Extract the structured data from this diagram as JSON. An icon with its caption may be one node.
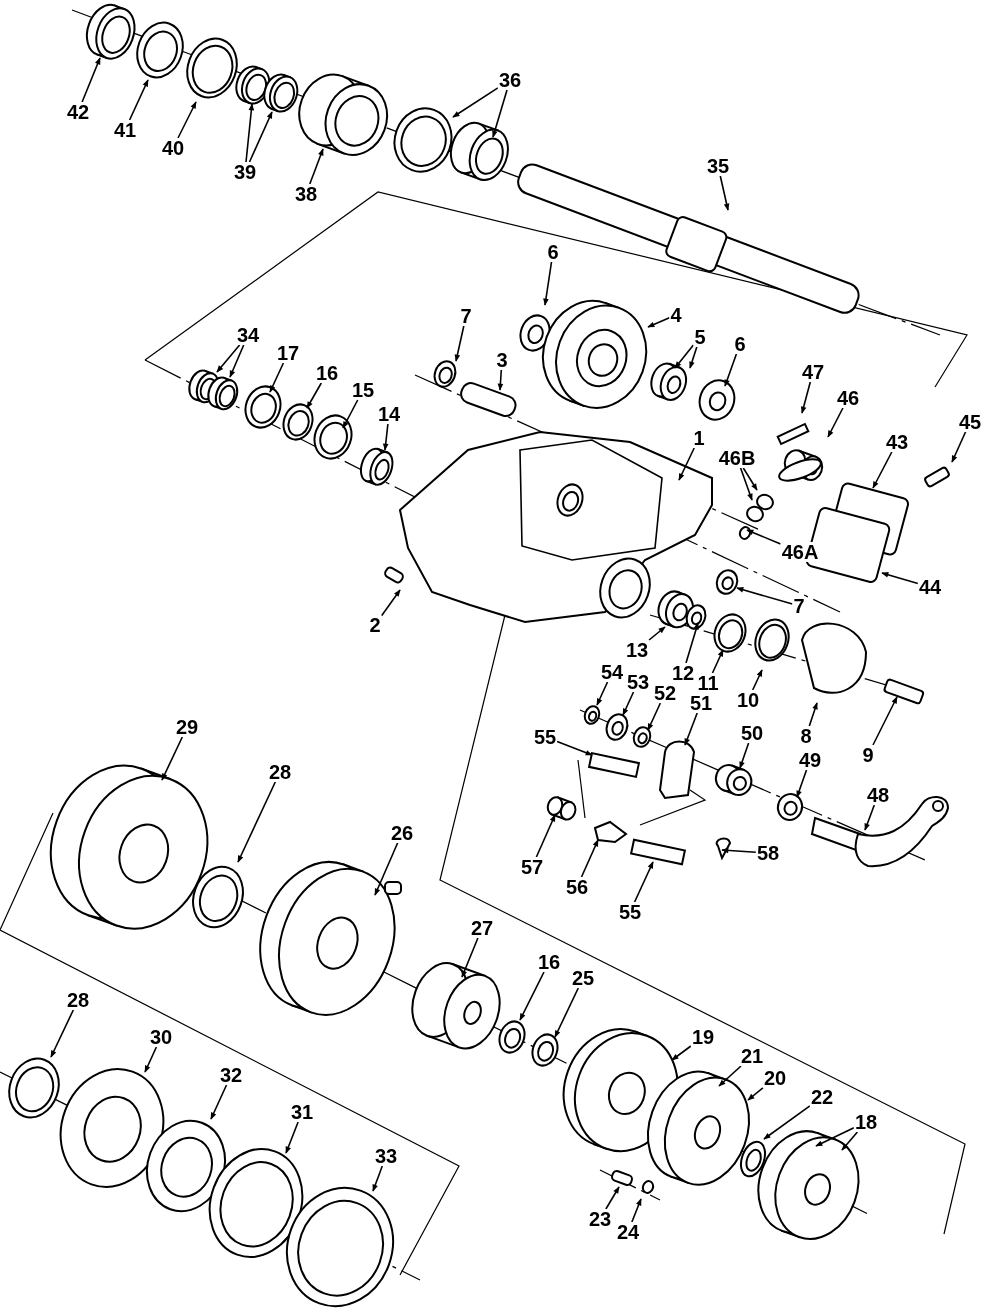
{
  "diagram": {
    "nodes": [
      {
        "text": [
          "42"
        ]
      },
      {
        "text": [
          "41"
        ]
      },
      {
        "text": [
          "40"
        ]
      },
      {
        "text": [
          "39"
        ]
      },
      {
        "text": [
          "38"
        ]
      },
      {
        "text": [
          "36"
        ]
      },
      {
        "text": [
          "35"
        ]
      },
      {
        "text": [
          "6"
        ]
      },
      {
        "text": [
          "4"
        ]
      },
      {
        "text": [
          "7"
        ]
      },
      {
        "text": [
          "3"
        ]
      },
      {
        "text": [
          "5"
        ]
      },
      {
        "text": [
          "6"
        ]
      },
      {
        "text": [
          "34"
        ]
      },
      {
        "text": [
          "17"
        ]
      },
      {
        "text": [
          "16"
        ]
      },
      {
        "text": [
          "15"
        ]
      },
      {
        "text": [
          "14"
        ]
      },
      {
        "text": [
          "47"
        ]
      },
      {
        "text": [
          "46"
        ]
      },
      {
        "text": [
          "45"
        ]
      },
      {
        "text": [
          "1"
        ]
      },
      {
        "text": [
          "43"
        ]
      },
      {
        "text": [
          "46B"
        ]
      },
      {
        "text": [
          "46A"
        ]
      },
      {
        "text": [
          "7"
        ]
      },
      {
        "text": [
          "44"
        ]
      },
      {
        "text": [
          "2"
        ]
      },
      {
        "text": [
          "13"
        ]
      },
      {
        "text": [
          "12"
        ]
      },
      {
        "text": [
          "11"
        ]
      },
      {
        "text": [
          "10"
        ]
      },
      {
        "text": [
          "8"
        ]
      },
      {
        "text": [
          "9"
        ]
      },
      {
        "text": [
          "54"
        ]
      },
      {
        "text": [
          "53"
        ]
      },
      {
        "text": [
          "52"
        ]
      },
      {
        "text": [
          "51"
        ]
      },
      {
        "text": [
          "50"
        ]
      },
      {
        "text": [
          "49"
        ]
      },
      {
        "text": [
          "55"
        ]
      },
      {
        "text": [
          "48"
        ]
      },
      {
        "text": [
          "57"
        ]
      },
      {
        "text": [
          "56"
        ]
      },
      {
        "text": [
          "58"
        ]
      },
      {
        "text": [
          "55"
        ]
      },
      {
        "text": [
          "29"
        ]
      },
      {
        "text": [
          "28"
        ]
      },
      {
        "text": [
          "26"
        ]
      },
      {
        "text": [
          "27"
        ]
      },
      {
        "text": [
          "16"
        ]
      },
      {
        "text": [
          "25"
        ]
      },
      {
        "text": [
          "19"
        ]
      },
      {
        "text": [
          "21"
        ]
      },
      {
        "text": [
          "20"
        ]
      },
      {
        "text": [
          "22"
        ]
      },
      {
        "text": [
          "18"
        ]
      },
      {
        "text": [
          "28"
        ]
      },
      {
        "text": [
          "30"
        ]
      },
      {
        "text": [
          "32"
        ]
      },
      {
        "text": [
          "31"
        ]
      },
      {
        "text": [
          "33"
        ]
      },
      {
        "text": [
          "23"
        ]
      },
      {
        "text": [
          "24"
        ]
      }
    ],
    "edges": [
      {
        "from": 0,
        "to": null,
        "arrow": "to"
      },
      {
        "from": 1,
        "to": null,
        "arrow": "to"
      },
      {
        "from": 2,
        "to": null,
        "arrow": "to"
      },
      {
        "from": 3,
        "to": null,
        "arrow": "to"
      },
      {
        "from": 3,
        "to": null,
        "arrow": "to"
      },
      {
        "from": 4,
        "to": null,
        "arrow": "to"
      },
      {
        "from": 5,
        "to": null,
        "arrow": "to"
      },
      {
        "from": 5,
        "to": null,
        "arrow": "to"
      },
      {
        "from": 6,
        "to": null,
        "arrow": "to"
      },
      {
        "from": 7,
        "to": null,
        "arrow": "to"
      },
      {
        "from": 8,
        "to": null,
        "arrow": "to"
      },
      {
        "from": 9,
        "to": null,
        "arrow": "to"
      },
      {
        "from": 10,
        "to": null,
        "arrow": "to"
      },
      {
        "from": 11,
        "to": null,
        "arrow": "to"
      },
      {
        "from": 11,
        "to": null,
        "arrow": "to"
      },
      {
        "from": 12,
        "to": null,
        "arrow": "to"
      },
      {
        "from": 13,
        "to": null,
        "arrow": "to"
      },
      {
        "from": 13,
        "to": null,
        "arrow": "to"
      },
      {
        "from": 14,
        "to": null,
        "arrow": "to"
      },
      {
        "from": 15,
        "to": null,
        "arrow": "to"
      },
      {
        "from": 16,
        "to": null,
        "arrow": "to"
      },
      {
        "from": 17,
        "to": null,
        "arrow": "to"
      },
      {
        "from": 18,
        "to": null,
        "arrow": "to"
      },
      {
        "from": 19,
        "to": null,
        "arrow": "to"
      },
      {
        "from": 20,
        "to": null,
        "arrow": "to"
      },
      {
        "from": 21,
        "to": null,
        "arrow": "to"
      },
      {
        "from": 22,
        "to": null,
        "arrow": "to"
      },
      {
        "from": 23,
        "to": null,
        "arrow": "to"
      },
      {
        "from": 23,
        "to": null,
        "arrow": "to"
      },
      {
        "from": 24,
        "to": null,
        "arrow": "to"
      },
      {
        "from": 25,
        "to": null,
        "arrow": "to"
      },
      {
        "from": 26,
        "to": null,
        "arrow": "to"
      },
      {
        "from": 27,
        "to": null,
        "arrow": "to"
      },
      {
        "from": 28,
        "to": null,
        "arrow": "to"
      },
      {
        "from": 29,
        "to": null,
        "arrow": "to"
      },
      {
        "from": 30,
        "to": null,
        "arrow": "to"
      },
      {
        "from": 31,
        "to": null,
        "arrow": "to"
      },
      {
        "from": 32,
        "to": null,
        "arrow": "to"
      },
      {
        "from": 33,
        "to": null,
        "arrow": "to"
      },
      {
        "from": 34,
        "to": null,
        "arrow": "to"
      },
      {
        "from": 35,
        "to": null,
        "arrow": "to"
      },
      {
        "from": 36,
        "to": null,
        "arrow": "to"
      },
      {
        "from": 37,
        "to": null,
        "arrow": "to"
      },
      {
        "from": 38,
        "to": null,
        "arrow": "to"
      },
      {
        "from": 39,
        "to": null,
        "arrow": "to"
      },
      {
        "from": 40,
        "to": null,
        "arrow": "to"
      },
      {
        "from": 41,
        "to": null,
        "arrow": "to"
      },
      {
        "from": 42,
        "to": null,
        "arrow": "to"
      },
      {
        "from": 43,
        "to": null,
        "arrow": "to"
      },
      {
        "from": 44,
        "to": null,
        "arrow": "to"
      },
      {
        "from": 45,
        "to": null,
        "arrow": "to"
      },
      {
        "from": 46,
        "to": null,
        "arrow": "to"
      },
      {
        "from": 47,
        "to": null,
        "arrow": "to"
      },
      {
        "from": 48,
        "to": null,
        "arrow": "to"
      },
      {
        "from": 49,
        "to": null,
        "arrow": "to"
      },
      {
        "from": 50,
        "to": null,
        "arrow": "to"
      },
      {
        "from": 51,
        "to": null,
        "arrow": "to"
      },
      {
        "from": 52,
        "to": null,
        "arrow": "to"
      },
      {
        "from": 53,
        "to": null,
        "arrow": "to"
      },
      {
        "from": 54,
        "to": null,
        "arrow": "to"
      },
      {
        "from": 55,
        "to": null,
        "arrow": "to"
      },
      {
        "from": 56,
        "to": null,
        "arrow": "to"
      },
      {
        "from": 56,
        "to": null,
        "arrow": "to"
      },
      {
        "from": 57,
        "to": null,
        "arrow": "to"
      },
      {
        "from": 58,
        "to": null,
        "arrow": "to"
      },
      {
        "from": 59,
        "to": null,
        "arrow": "to"
      },
      {
        "from": 60,
        "to": null,
        "arrow": "to"
      },
      {
        "from": 61,
        "to": null,
        "arrow": "to"
      },
      {
        "from": 62,
        "to": null,
        "arrow": "to"
      },
      {
        "from": 63,
        "to": null,
        "arrow": "to"
      }
    ]
  }
}
